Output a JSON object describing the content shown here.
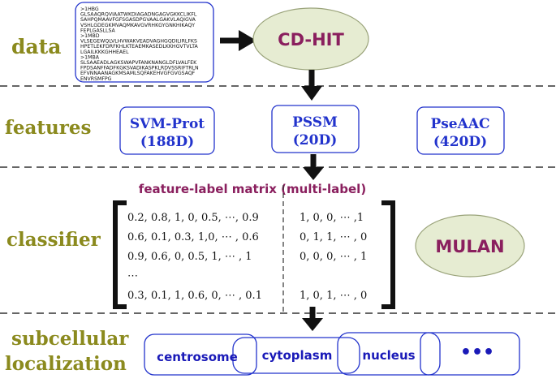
{
  "sections": {
    "data": "data",
    "features": "features",
    "classifier": "classifier",
    "subcellular_line1": "subcellular",
    "subcellular_line2": "localization"
  },
  "sequences": [
    ">1HBG",
    "GLSAAQRQVIAATWKDIAGADNGAGVGKKCLIKFL",
    "SAHPQMAAVFGFSGASDPGVAALGAKVLAQIGVA",
    "VSHLGDEGKMVAQMKAVGVRHKGYGNKHIKAQY",
    "FEPLGASLLSA",
    ">1MBD",
    "VLSEGEWQLVLHVWAKVEADVAGHGQDILIRLFKS",
    "HPETLEKFDRFKHLKTEAEMKASEDLKKHGVTVLTA",
    "LGAILKKKGHHEAEL",
    ">1MBA",
    "SLSAAEADLAGKSWAPVFANKNANGLDFLVALFEK",
    "FPDSANFFADFKGKSVADIKASPKLRDVSSRIFTRLN",
    "EFVNNAANAGKMSAMLSQFAKEHVGFGVGSAQF",
    "ENVRSMFPG"
  ],
  "cdhit": "CD-HIT",
  "features": [
    {
      "line1": "SVM-Prot",
      "line2": "(188D)"
    },
    {
      "line1": "PSSM",
      "line2": "(20D)"
    },
    {
      "line1": "PseAAC",
      "line2": "(420D)"
    }
  ],
  "matrix": {
    "title": "feature-label matrix (multi-label)",
    "feature_rows": [
      "0.2, 0.8, 1, 0, 0.5, ⋯, 0.9",
      "0.6, 0.1, 0.3, 1,0, ⋯ , 0.6",
      "0.9, 0.6, 0, 0.5, 1, ⋯ , 1",
      "⋯",
      "0.3, 0.1, 1, 0.6, 0, ⋯ , 0.1"
    ],
    "label_rows": [
      "1, 0, 0, ⋯ ,1",
      "0, 1, 1, ⋯ , 0",
      "0, 0, 0, ⋯ , 1",
      "",
      "1, 0, 1, ⋯ , 0"
    ]
  },
  "mulan": "MULAN",
  "localizations": [
    "centrosome",
    "cytoplasm",
    "nucleus",
    "•••"
  ],
  "colors": {
    "section_label": "#8b8a1e",
    "box_border": "#2233cc",
    "ellipse_fill": "#e6ecd2",
    "accent_text": "#8a1f5e"
  }
}
